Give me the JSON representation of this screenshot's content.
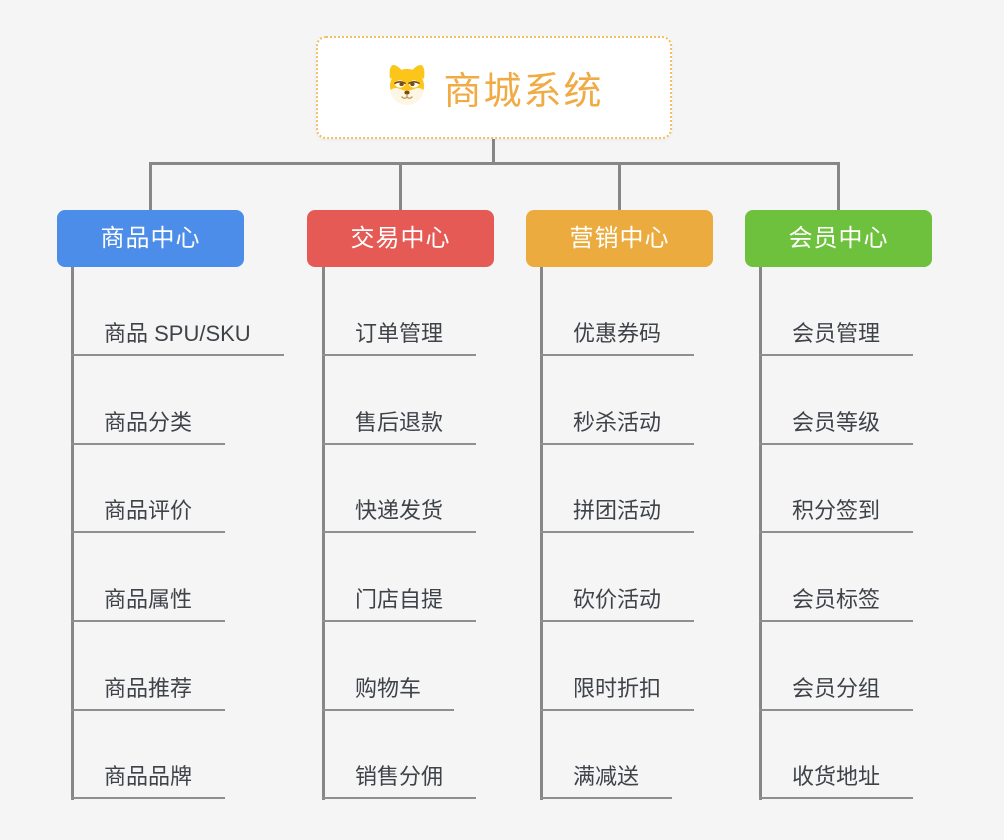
{
  "root": {
    "title": "商城系统",
    "icon": "dog-face-icon"
  },
  "colors": {
    "background": "#f5f5f6",
    "connector": "#878787",
    "leaf-underline": "#8f8f8f",
    "leaf-text": "#3f4348",
    "branch-text": "#ffffff",
    "root-text": "#f0ab44",
    "root-border": "#f3bd62"
  },
  "branches": [
    {
      "id": "goods-center",
      "label": "商品中心",
      "color": "#4b8de8",
      "items": [
        "商品 SPU/SKU",
        "商品分类",
        "商品评价",
        "商品属性",
        "商品推荐",
        "商品品牌"
      ]
    },
    {
      "id": "trade-center",
      "label": "交易中心",
      "color": "#e55a55",
      "items": [
        "订单管理",
        "售后退款",
        "快递发货",
        "门店自提",
        "购物车",
        "销售分佣"
      ]
    },
    {
      "id": "marketing-center",
      "label": "营销中心",
      "color": "#ecab3f",
      "items": [
        "优惠券码",
        "秒杀活动",
        "拼团活动",
        "砍价活动",
        "限时折扣",
        "满减送"
      ]
    },
    {
      "id": "member-center",
      "label": "会员中心",
      "color": "#6ec13c",
      "items": [
        "会员管理",
        "会员等级",
        "积分签到",
        "会员标签",
        "会员分组",
        "收货地址"
      ]
    }
  ]
}
